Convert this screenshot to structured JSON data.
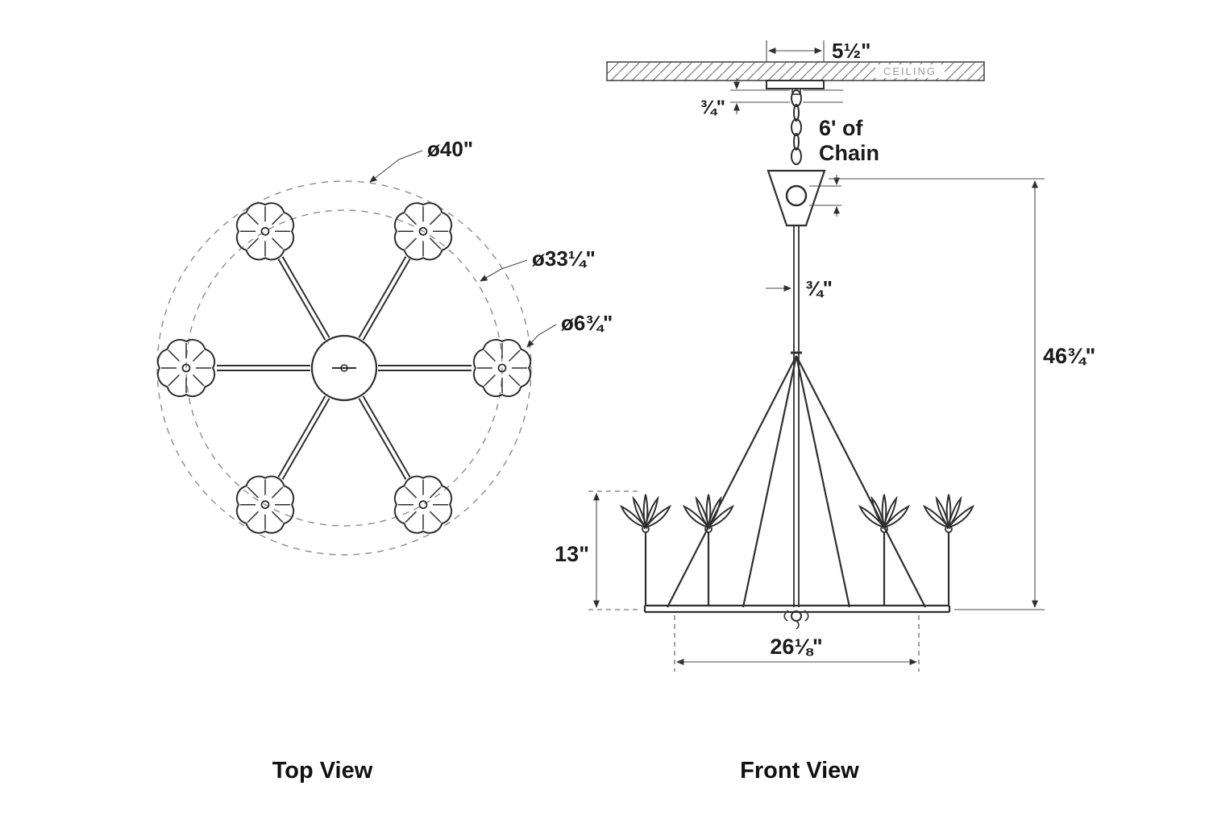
{
  "top_view": {
    "label": "Top View",
    "dim_outer": "ø40\"",
    "dim_inner": "ø33¼\"",
    "dim_flower": "ø6¾\""
  },
  "front_view": {
    "label": "Front View",
    "ceiling": "CEILING",
    "dim_canopy_width": "5½\"",
    "dim_nipple": "¾\"",
    "chain_line1": "6' of",
    "chain_line2": "Chain",
    "dim_stem": "¾\"",
    "dim_height": "46¾\"",
    "dim_flower_height": "13\"",
    "dim_ring_width": "26⅛\""
  },
  "colors": {
    "line": "#2f2f2f",
    "dashed_guide": "#8c8c8c",
    "ceiling_text": "#9b9b9b",
    "background": "#ffffff"
  }
}
